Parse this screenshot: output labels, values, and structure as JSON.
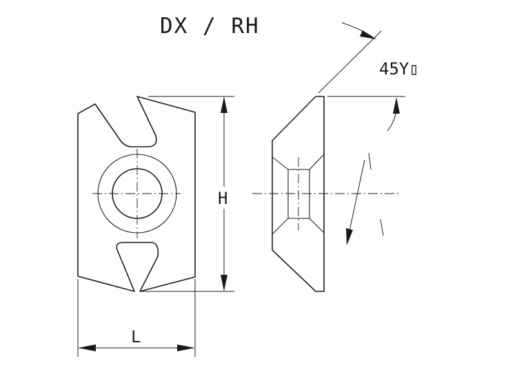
{
  "title": "DX / RH",
  "angle_label": "45Y▯",
  "dimensions": {
    "height_label": "H",
    "length_label": "L"
  }
}
